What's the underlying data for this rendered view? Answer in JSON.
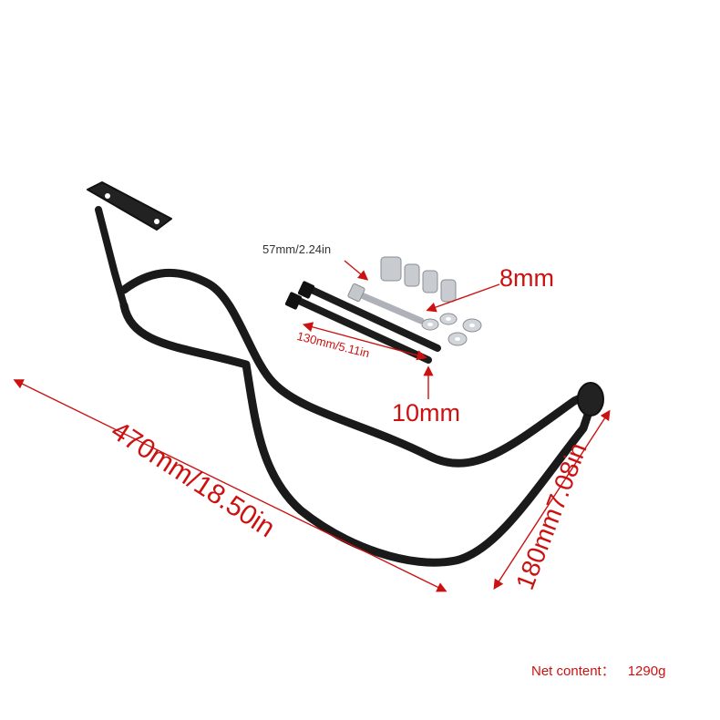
{
  "labels": {
    "bolt_spec": "57mm/2.24in",
    "spacer_spec": "8mm",
    "long_bolt_spec": "130mm/5.11in",
    "bolt_diameter": "10mm",
    "length": "470mm/18.50in",
    "height": "180mm7.08in"
  },
  "footer": {
    "net_label": "Net content：",
    "net_value": "1290g"
  },
  "colors": {
    "dimension": "#cc1111",
    "bar": "#1a1a1a",
    "hardware": "#b8bcc2"
  }
}
